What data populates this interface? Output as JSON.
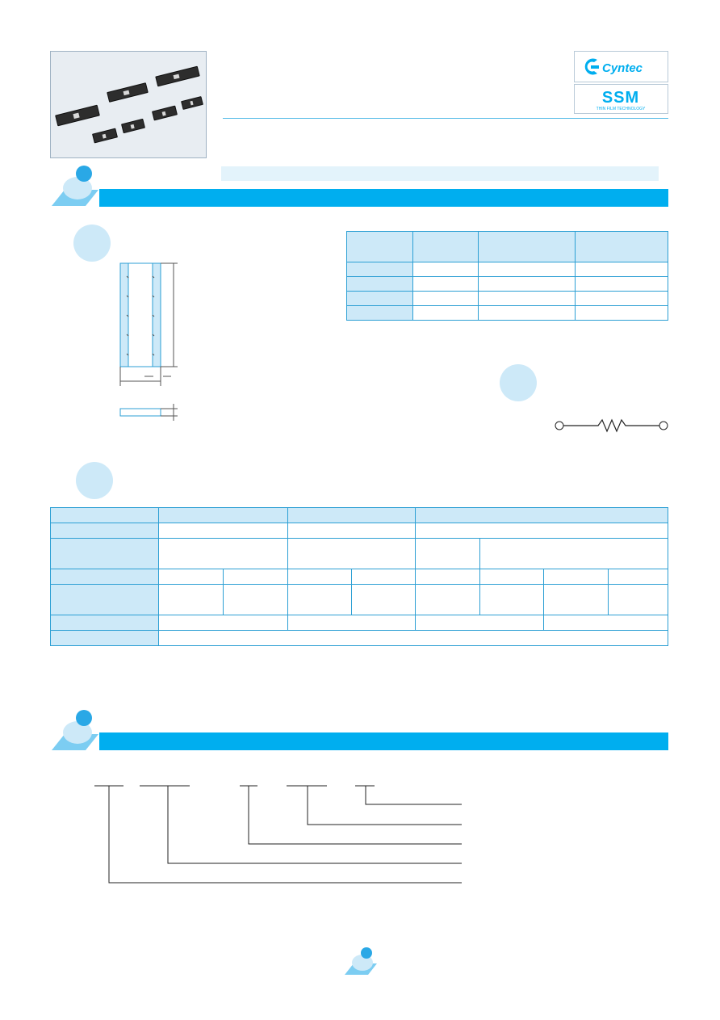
{
  "brand": {
    "logo_text": "Cyntec",
    "sub_logo_text": "SSM",
    "sub_logo_tagline": "THIN FILM TECHNOLOGY"
  },
  "colors": {
    "accent": "#00aeef",
    "light_accent": "#cde9f8",
    "table_border": "#2c9fd4"
  },
  "icons": [
    "corner-ornament-icon",
    "resistor-symbol-icon"
  ]
}
